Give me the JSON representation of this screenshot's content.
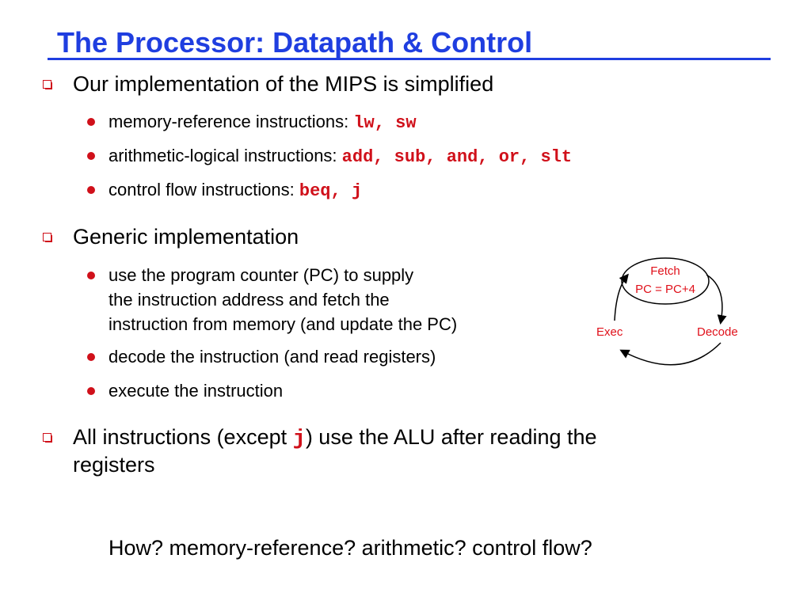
{
  "slide": {
    "title": "The Processor:  Datapath & Control",
    "bullets": [
      {
        "text": "Our implementation of the MIPS is simplified",
        "items": [
          {
            "label": "memory-reference instructions:",
            "code": "lw, sw"
          },
          {
            "label": "arithmetic-logical instructions:",
            "code": "add, sub, and, or, slt"
          },
          {
            "label": "control flow instructions:",
            "code": "beq, j"
          }
        ]
      },
      {
        "text": "Generic implementation",
        "items": [
          {
            "lines": [
              "use the program counter (PC) to supply",
              "the instruction address and fetch the",
              "instruction from memory (and update the PC)"
            ]
          },
          {
            "label": "decode the instruction (and read registers)"
          },
          {
            "label": "execute the instruction"
          }
        ]
      },
      {
        "text_before": "All instructions (except ",
        "code": "j",
        "text_after": ") use the ALU after reading the",
        "text_line2": "registers"
      }
    ],
    "question": "How?  memory-reference?  arithmetic?  control flow?"
  },
  "diagram": {
    "fetch": "Fetch",
    "pc_update": "PC = PC+4",
    "exec": "Exec",
    "decode": "Decode"
  }
}
